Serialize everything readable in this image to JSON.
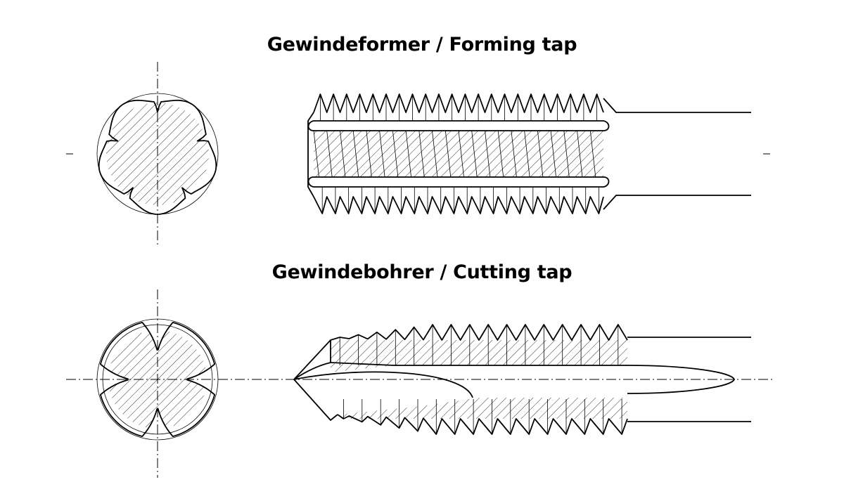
{
  "titles": {
    "forming": "Gewindeformer / Forming tap",
    "cutting": "Gewindebohrer / Cutting tap"
  },
  "drawing": {
    "line_color": "#000000",
    "background_color": "#ffffff",
    "forming_tap_lobes": 5,
    "cutting_tap_flutes": 4,
    "forming_tap_thread_teeth": 22,
    "cutting_tap_thread_teeth": 16
  }
}
